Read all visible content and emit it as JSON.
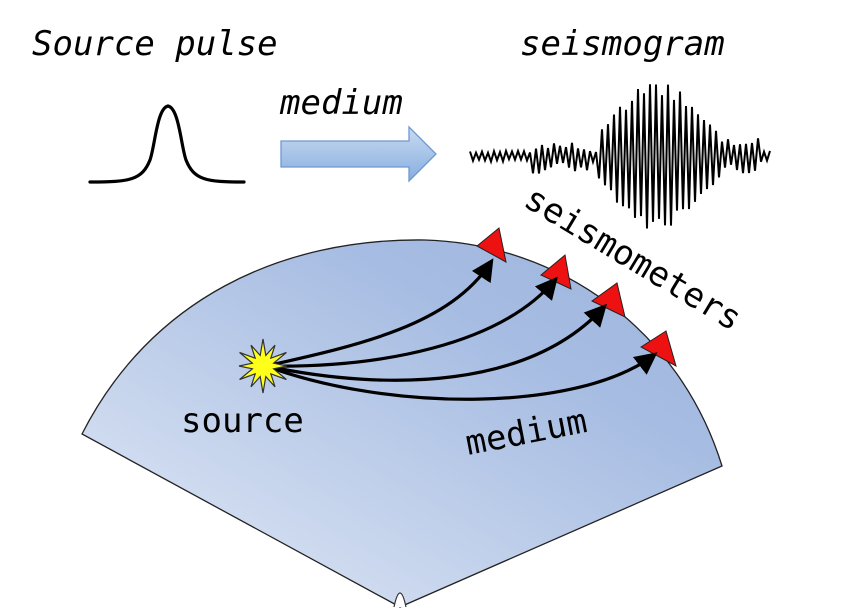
{
  "labels": {
    "source_pulse": "Source pulse",
    "medium_top": "medium",
    "seismogram": "seismogram",
    "seismometers": "seismometers",
    "source": "source",
    "medium_bottom": "medium"
  },
  "colors": {
    "medium_light": "#e3eaf6",
    "medium_dark": "#a6bce2",
    "arrow_fill_top": "#c9daf0",
    "arrow_fill_bottom": "#86aee0",
    "arrow_stroke": "#6f99cf",
    "seismometer_fill": "#ee1111",
    "source_star_fill": "#ffff1a",
    "ray_color": "#000000"
  },
  "seismometer_count": 4,
  "ray_count": 4
}
